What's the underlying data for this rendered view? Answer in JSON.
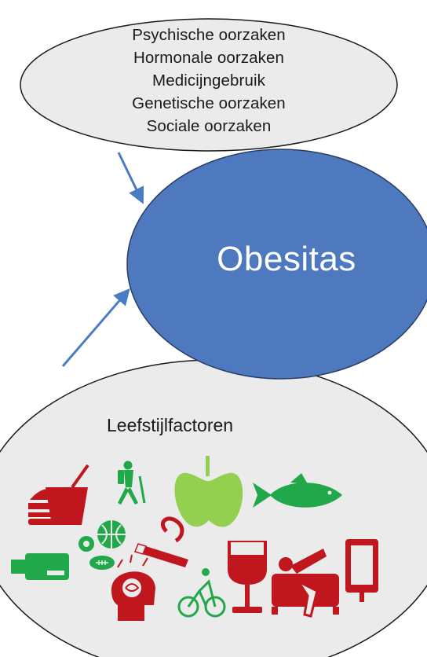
{
  "causes": {
    "items": [
      "Psychische oorzaken",
      "Hormonale oorzaken",
      "Medicijngebruik",
      "Genetische oorzaken",
      "Sociale oorzaken"
    ]
  },
  "center": {
    "label": "Obesitas"
  },
  "lifestyle": {
    "label": "Leefstijlfactoren"
  },
  "colors": {
    "center_fill": "#4e79be",
    "center_stroke": "#2a3d62",
    "ellipse_fill": "#ebebeb",
    "ellipse_stroke": "#1a1a1a",
    "arrow": "#4a7cc4",
    "red": "#c0161e",
    "green": "#21a84a",
    "light_green": "#93d050"
  },
  "icons": [
    "fast-food-icon",
    "hiker-icon",
    "apple-icon",
    "fish-icon",
    "sports-balls-icon",
    "smoking-icon",
    "wine-glass-icon",
    "couch-potato-icon",
    "tablet-icon",
    "battery-icon",
    "brain-stress-icon",
    "cyclist-icon"
  ]
}
